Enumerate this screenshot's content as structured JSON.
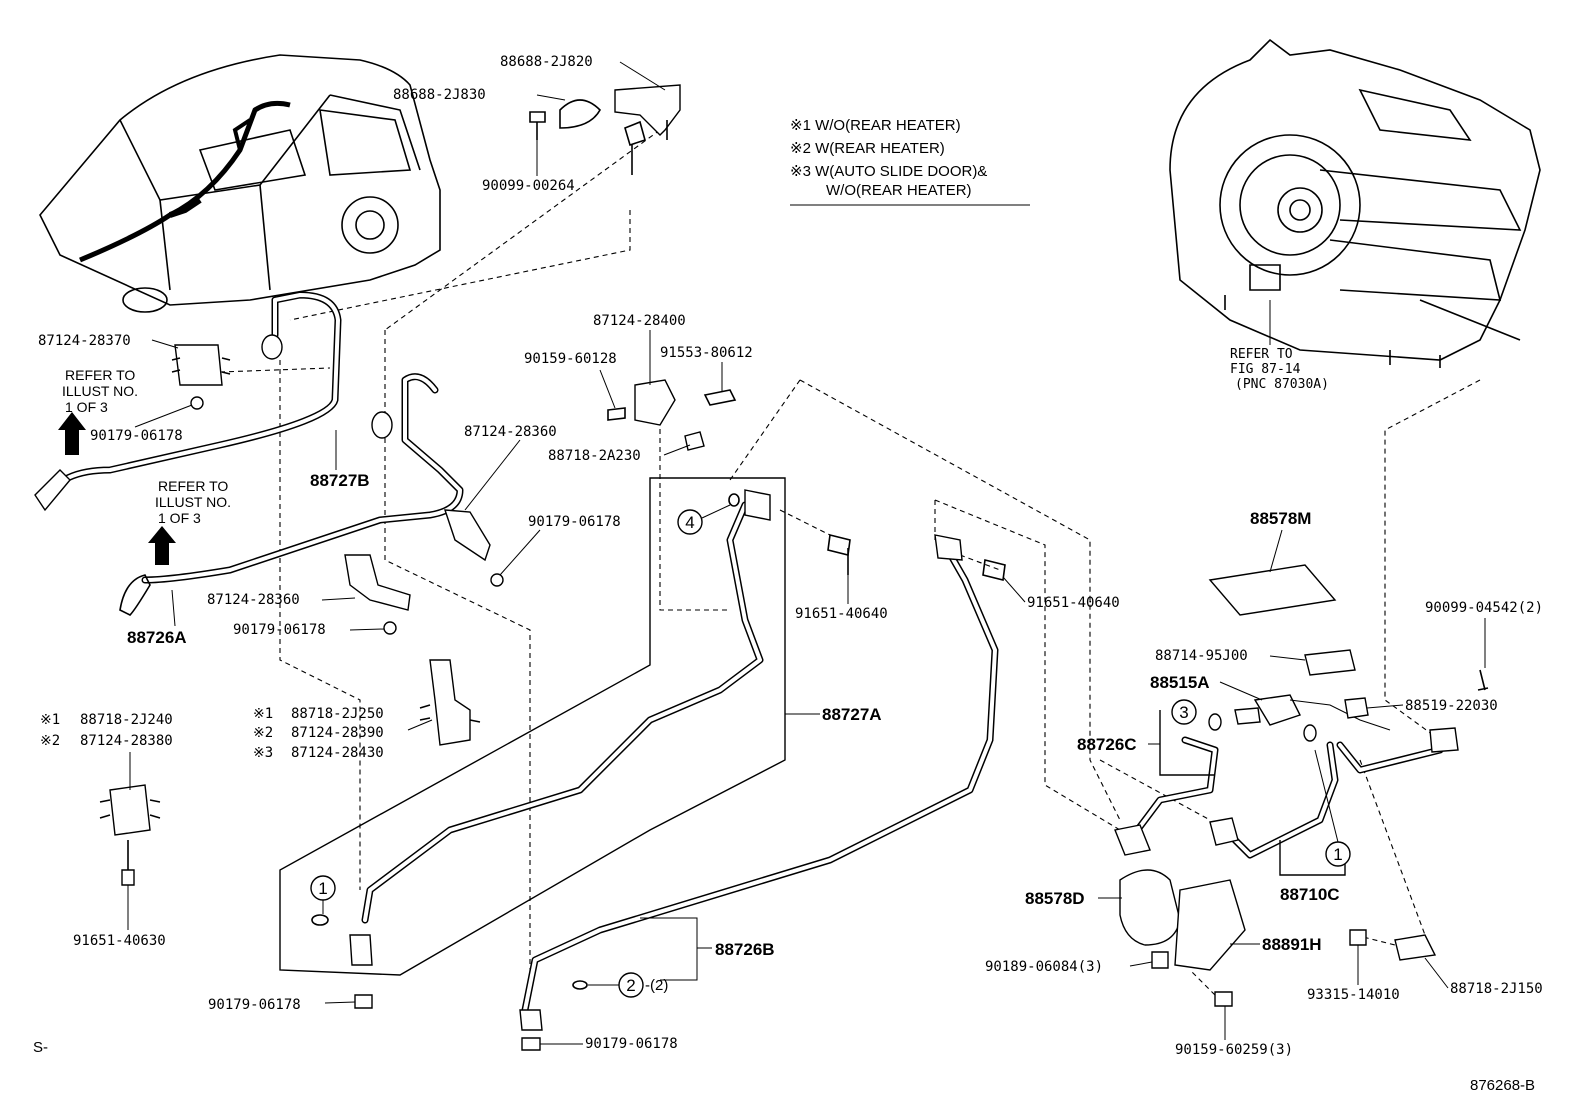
{
  "notes": {
    "note1": "※1 W/O(REAR HEATER)",
    "note2": "※2 W(REAR HEATER)",
    "note3a": "※3 W(AUTO SLIDE DOOR)&",
    "note3b": "W/O(REAR HEATER)"
  },
  "refer_unit": {
    "line1": "REFER TO",
    "line2": "FIG 87-14",
    "line3": "(PNC 87030A)"
  },
  "refer_illust_a": {
    "line1": "REFER TO",
    "line2": "ILLUST NO.",
    "line3": "1 OF 3"
  },
  "refer_illust_b": {
    "line1": "REFER TO",
    "line2": "ILLUST NO.",
    "line3": "1 OF 3"
  },
  "parts": {
    "p88688_2J820": "88688-2J820",
    "p88688_2J830": "88688-2J830",
    "p90099_00264": "90099-00264",
    "p87124_28370": "87124-28370",
    "p90179_06178_a": "90179-06178",
    "p88727B": "88727B",
    "p87124_28400": "87124-28400",
    "p90159_60128": "90159-60128",
    "p91553_80612": "91553-80612",
    "p88718_2A230": "88718-2A230",
    "p87124_28360_a": "87124-28360",
    "p90179_06178_b": "90179-06178",
    "p87124_28360_b": "87124-28360",
    "p90179_06178_c": "90179-06178",
    "p88726A": "88726A",
    "p91651_40640_a": "91651-40640",
    "p91651_40640_b": "91651-40640",
    "p88578M": "88578M",
    "p90099_04542": "90099-04542(2)",
    "p88714_95J00": "88714-95J00",
    "p88515A": "88515A",
    "p88519_22030": "88519-22030",
    "p88726C": "88726C",
    "p88727A": "88727A",
    "p88718_2J240": "88718-2J240",
    "p87124_28380": "87124-28380",
    "p88718_2J250": "88718-2J250",
    "p87124_28390": "87124-28390",
    "p87124_28430": "87124-28430",
    "p91651_40630": "91651-40630",
    "p88710C": "88710C",
    "p88578D": "88578D",
    "p88891H": "88891H",
    "p90189_06084": "90189-06084(3)",
    "p93315_14010": "93315-14010",
    "p88718_2J150": "88718-2J150",
    "p88726B": "88726B",
    "p90179_06178_d": "90179-06178",
    "p90179_06178_e": "90179-06178",
    "p90159_60259": "90159-60259(3)"
  },
  "note_marks": {
    "m1": "※1",
    "m2": "※2",
    "m1b": "※1",
    "m2b": "※2",
    "m3b": "※3"
  },
  "callouts": {
    "c1a": "1",
    "c2": "2",
    "c2_qty": "-(2)",
    "c3": "3",
    "c4": "4",
    "c1b": "1"
  },
  "footer": {
    "left_mark": "S-",
    "figure_id": "876268-B"
  }
}
